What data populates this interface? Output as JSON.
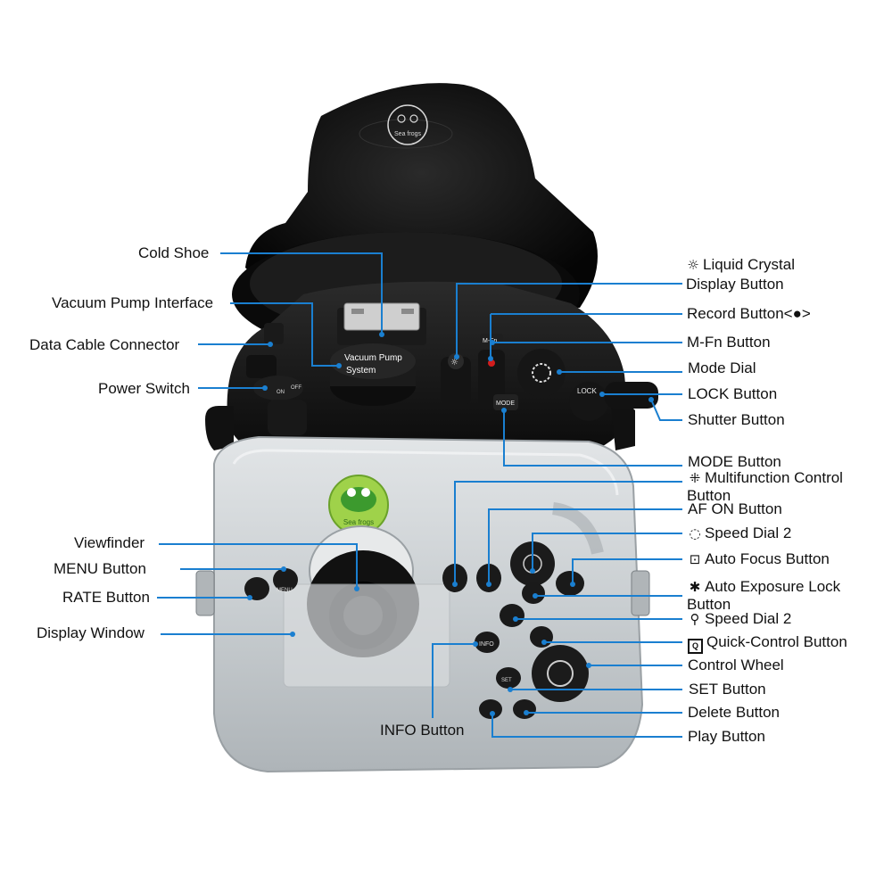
{
  "brand": "Sea frogs",
  "pump_text": [
    "Vacuum Pump",
    "System"
  ],
  "button_text": {
    "mfn": "M-Fn",
    "mode": "MODE",
    "lock": "LOCK",
    "on": "ON",
    "off": "OFF",
    "info": "INFO",
    "set": "SET",
    "menu": "MENU"
  },
  "colors": {
    "leader": "#1a7fd0",
    "housing_dark": "#151515",
    "housing_clear": "#cfd3d6"
  },
  "labels": {
    "cold_shoe": "Cold Shoe",
    "vacuum_pump_interface": "Vacuum Pump Interface",
    "data_cable_connector": "Data Cable Connector",
    "power_switch": "Power Switch",
    "viewfinder": "Viewfinder",
    "menu_button": "MENU Button",
    "rate_button": "RATE Button",
    "display_window": "Display Window",
    "info_button": "INFO Button",
    "lcd_line1": "Liquid Crystal",
    "lcd_line2": "Display Button",
    "record_button": "Record Button<●>",
    "mfn_button": "M-Fn Button",
    "mode_dial": "Mode Dial",
    "lock_button": "LOCK Button",
    "shutter_button": "Shutter Button",
    "mode_button": "MODE Button",
    "multifunction": "Multifunction Control Button",
    "af_on": "AF ON Button",
    "speed_dial_2a": "Speed Dial 2",
    "auto_focus": "Auto Focus Button",
    "ae_lock": "Auto Exposure  Lock Button",
    "speed_dial_2b": "Speed Dial 2",
    "quick_control": "Quick-Control Button",
    "control_wheel": "Control Wheel",
    "set_button": "SET Button",
    "delete_button": "Delete Button",
    "play_button": "Play Button"
  },
  "icons": {
    "lcd": "sun-icon",
    "multifunction": "multi-controller-icon",
    "speed_dial": "dial-ring-icon",
    "auto_focus": "af-frame-icon",
    "ae_lock": "asterisk-icon",
    "magnify": "magnify-icon",
    "quick": "q-box-icon"
  }
}
